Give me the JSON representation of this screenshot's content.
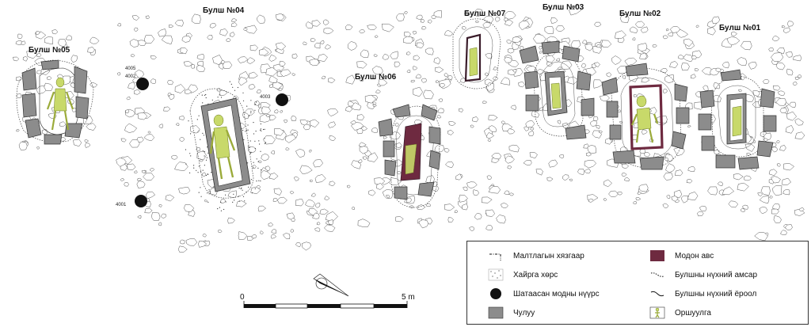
{
  "burials": [
    {
      "id": "b05",
      "label": "Булш №05"
    },
    {
      "id": "b04",
      "label": "Булш №04"
    },
    {
      "id": "b07",
      "label": "Булш №07"
    },
    {
      "id": "b06",
      "label": "Булш №06"
    },
    {
      "id": "b03",
      "label": "Булш №03"
    },
    {
      "id": "b02",
      "label": "Булш №02"
    },
    {
      "id": "b01",
      "label": "Булш №01"
    }
  ],
  "charcoal_points": [
    "4001",
    "4002",
    "4003",
    "4005"
  ],
  "scale": {
    "start": "0",
    "end": "5 m"
  },
  "legend": [
    {
      "key": "excavation_boundary",
      "label": "Малтлагын хязгаар"
    },
    {
      "key": "gravel_sand",
      "label": "Хайрга хөрс"
    },
    {
      "key": "burnt_wood",
      "label": "Шатаасан модны нүүрс"
    },
    {
      "key": "stone",
      "label": "Чулуу"
    },
    {
      "key": "wooden_coffin",
      "label": "Модон авс"
    },
    {
      "key": "pit_mouth",
      "label": "Булшны нүхний амсар"
    },
    {
      "key": "pit_floor",
      "label": "Булшны нүхний ёроол"
    },
    {
      "key": "burial_remains",
      "label": "Оршуулга"
    }
  ],
  "colors": {
    "stone_fill": "#8c8c8c",
    "stone_outline": "#333333",
    "coffin": "#6e2a40",
    "bones": "#c8d96a",
    "charcoal": "#111111"
  }
}
